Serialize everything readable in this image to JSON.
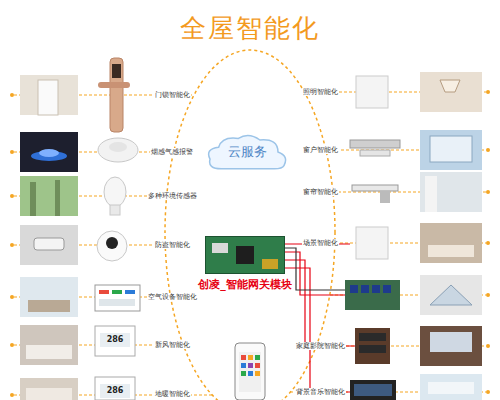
{
  "diagram": {
    "title": "全屋智能化",
    "nodes": [
      {
        "text": [
          "云服务"
        ]
      },
      {
        "text": [
          "创凌_智能网关模块"
        ]
      }
    ],
    "labels": [
      "门锁智能化",
      "烟感气感报警",
      "多种环境传感器",
      "防盗智能化",
      "空气设备智能化",
      "新风智能化",
      "地暖智能化",
      "照明智能化",
      "窗户智能化",
      "窗帘智能化",
      "场景智能化",
      "家庭影院智能化",
      "背景音乐智能化",
      "286",
      "286"
    ]
  }
}
